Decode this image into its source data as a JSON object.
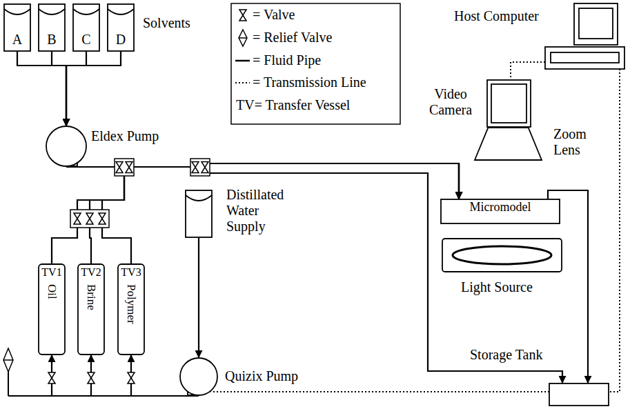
{
  "diagram": {
    "nodes": [
      {
        "text": [
          "A"
        ]
      },
      {
        "text": [
          "B"
        ]
      },
      {
        "text": [
          "C"
        ]
      },
      {
        "text": [
          "D"
        ]
      },
      {
        "text": [
          "Eldex Pump"
        ]
      },
      {
        "text": [
          "Host Computer"
        ]
      },
      {
        "text": [
          "Video Camera"
        ]
      },
      {
        "text": [
          "Zoom Lens"
        ]
      },
      {
        "text": [
          "Micromodel"
        ]
      },
      {
        "text": [
          "Light Source"
        ]
      },
      {
        "text": [
          "TV1",
          "Oil"
        ]
      },
      {
        "text": [
          "TV2",
          "Brine"
        ]
      },
      {
        "text": [
          "TV3",
          "Polymer"
        ]
      },
      {
        "text": [
          "Distillated Water Supply"
        ]
      },
      {
        "text": [
          "Quizix Pump"
        ]
      },
      {
        "text": [
          "Storage Tank"
        ]
      }
    ],
    "edges": [
      {
        "from": 0,
        "to": 4,
        "arrow": "to"
      },
      {
        "from": 1,
        "to": 4,
        "arrow": "to"
      },
      {
        "from": 2,
        "to": 4,
        "arrow": "to"
      },
      {
        "from": 3,
        "to": 4,
        "arrow": "to"
      },
      {
        "from": 4,
        "to": 8,
        "arrow": "to"
      },
      {
        "from": 4,
        "to": 15,
        "arrow": "to"
      },
      {
        "from": 10,
        "to": 8,
        "arrow": "to"
      },
      {
        "from": 11,
        "to": 8,
        "arrow": "to"
      },
      {
        "from": 12,
        "to": 8,
        "arrow": "to"
      },
      {
        "from": 8,
        "to": 15,
        "arrow": "to"
      },
      {
        "from": 13,
        "to": 14,
        "arrow": "to"
      },
      {
        "from": 14,
        "to": 10,
        "arrow": "to"
      },
      {
        "from": 14,
        "to": 11,
        "arrow": "to"
      },
      {
        "from": 14,
        "to": 12,
        "arrow": "to"
      },
      {
        "from": 5,
        "to": 6,
        "arrow": "none"
      },
      {
        "from": 5,
        "to": 14,
        "arrow": "none"
      }
    ],
    "labels": [
      "Solvents"
    ],
    "legend": [
      {
        "text": "= Valve"
      },
      {
        "text": "= Relief Valve"
      },
      {
        "text": "= Fluid Pipe"
      },
      {
        "text": "= Transmission Line"
      },
      {
        "text": "TV= Transfer Vessel"
      }
    ]
  }
}
